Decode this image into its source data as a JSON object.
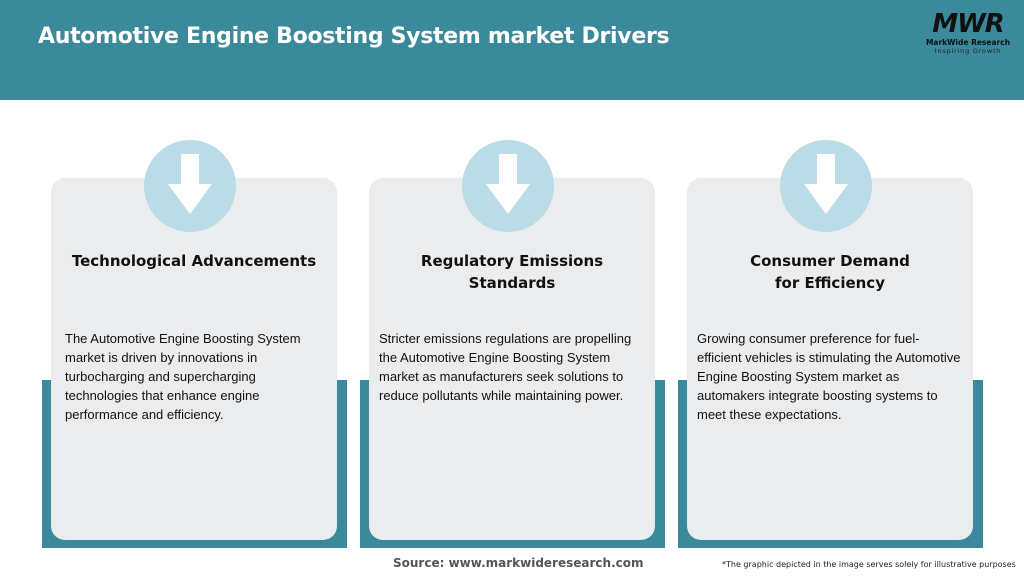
{
  "header": {
    "title": "Automotive Engine Boosting System market Drivers",
    "background_color": "#3a8a9c"
  },
  "logo": {
    "mark": "MWR",
    "name": "MarkWide Research",
    "tagline": "Inspiring Growth"
  },
  "cards": [
    {
      "icon": "arrow-down-icon",
      "title": "Technological Advancements",
      "body": "The Automotive Engine Boosting System market is driven by innovations in turbocharging and supercharging technologies that enhance engine performance and efficiency."
    },
    {
      "icon": "arrow-down-icon",
      "title": "Regulatory Emissions Standards",
      "body": "Stricter emissions regulations are propelling the Automotive Engine Boosting System market as manufacturers seek solutions to reduce pollutants while maintaining power."
    },
    {
      "icon": "arrow-down-icon",
      "title": "Consumer Demand for Efficiency",
      "body": "Growing consumer preference for fuel-efficient vehicles is stimulating the Automotive Engine Boosting System market as automakers integrate boosting systems to meet these expectations."
    }
  ],
  "footer": {
    "source": "Source: www.markwideresearch.com",
    "note": "*The graphic depicted in the image serves solely for illustrative purposes"
  },
  "colors": {
    "accent": "#3a8a9c",
    "card_bg": "#ebeced",
    "icon_circle": "#b9dce6"
  }
}
